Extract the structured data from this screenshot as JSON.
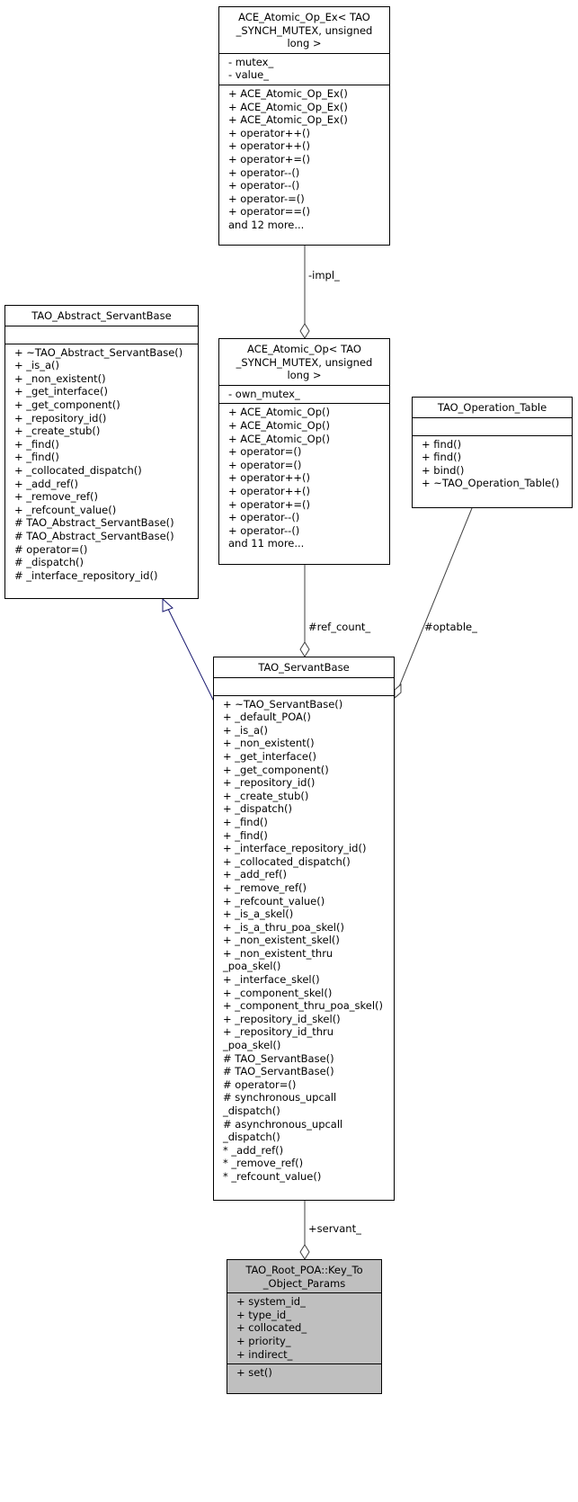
{
  "classes": {
    "atomic_op_ex": {
      "title": [
        "ACE_Atomic_Op_Ex< TAO",
        "_SYNCH_MUTEX, unsigned",
        "long >"
      ],
      "attributes": [
        "- mutex_",
        "- value_"
      ],
      "operations": [
        "+ ACE_Atomic_Op_Ex()",
        "+ ACE_Atomic_Op_Ex()",
        "+ ACE_Atomic_Op_Ex()",
        "+ operator++()",
        "+ operator++()",
        "+ operator+=()",
        "+ operator--()",
        "+ operator--()",
        "+ operator-=()",
        "+ operator==()",
        "and 12 more..."
      ]
    },
    "abstract_servant_base": {
      "title": [
        "TAO_Abstract_ServantBase"
      ],
      "attributes": [],
      "operations": [
        "+ ~TAO_Abstract_ServantBase()",
        "+ _is_a()",
        "+ _non_existent()",
        "+ _get_interface()",
        "+ _get_component()",
        "+ _repository_id()",
        "+ _create_stub()",
        "+ _find()",
        "+ _find()",
        "+ _collocated_dispatch()",
        "+ _add_ref()",
        "+ _remove_ref()",
        "+ _refcount_value()",
        "# TAO_Abstract_ServantBase()",
        "# TAO_Abstract_ServantBase()",
        "# operator=()",
        "# _dispatch()",
        "# _interface_repository_id()"
      ]
    },
    "atomic_op": {
      "title": [
        "ACE_Atomic_Op< TAO",
        "_SYNCH_MUTEX, unsigned",
        "long >"
      ],
      "attributes": [
        "- own_mutex_"
      ],
      "operations": [
        "+ ACE_Atomic_Op()",
        "+ ACE_Atomic_Op()",
        "+ ACE_Atomic_Op()",
        "+ operator=()",
        "+ operator=()",
        "+ operator++()",
        "+ operator++()",
        "+ operator+=()",
        "+ operator--()",
        "+ operator--()",
        "and 11 more..."
      ]
    },
    "operation_table": {
      "title": [
        "TAO_Operation_Table"
      ],
      "attributes": [],
      "operations": [
        "+ find()",
        "+ find()",
        "+ bind()",
        "+ ~TAO_Operation_Table()"
      ]
    },
    "servant_base": {
      "title": [
        "TAO_ServantBase"
      ],
      "attributes": [],
      "operations": [
        "+ ~TAO_ServantBase()",
        "+ _default_POA()",
        "+ _is_a()",
        "+ _non_existent()",
        "+ _get_interface()",
        "+ _get_component()",
        "+ _repository_id()",
        "+ _create_stub()",
        "+ _dispatch()",
        "+ _find()",
        "+ _find()",
        "+ _interface_repository_id()",
        "+ _collocated_dispatch()",
        "+ _add_ref()",
        "+ _remove_ref()",
        "+ _refcount_value()",
        "+ _is_a_skel()",
        "+ _is_a_thru_poa_skel()",
        "+ _non_existent_skel()",
        "+ _non_existent_thru",
        "_poa_skel()",
        "+ _interface_skel()",
        "+ _component_skel()",
        "+ _component_thru_poa_skel()",
        "+ _repository_id_skel()",
        "+ _repository_id_thru",
        "_poa_skel()",
        "# TAO_ServantBase()",
        "# TAO_ServantBase()",
        "# operator=()",
        "# synchronous_upcall",
        "_dispatch()",
        "# asynchronous_upcall",
        "_dispatch()",
        "* _add_ref()",
        "* _remove_ref()",
        "* _refcount_value()"
      ]
    },
    "key_to_object_params": {
      "title": [
        "TAO_Root_POA::Key_To",
        "_Object_Params"
      ],
      "attributes": [
        "+ system_id_",
        "+ type_id_",
        "+ collocated_",
        "+ priority_",
        "+ indirect_"
      ],
      "operations": [
        "+ set()"
      ]
    }
  },
  "edge_labels": {
    "impl": "-impl_",
    "ref_count": "#ref_count_",
    "optable": "#optable_",
    "servant": "+servant_"
  },
  "colors": {
    "inheritance_edge": "#191970",
    "composition_edge": "#404040",
    "highlight_fill": "#bfbfbf"
  }
}
